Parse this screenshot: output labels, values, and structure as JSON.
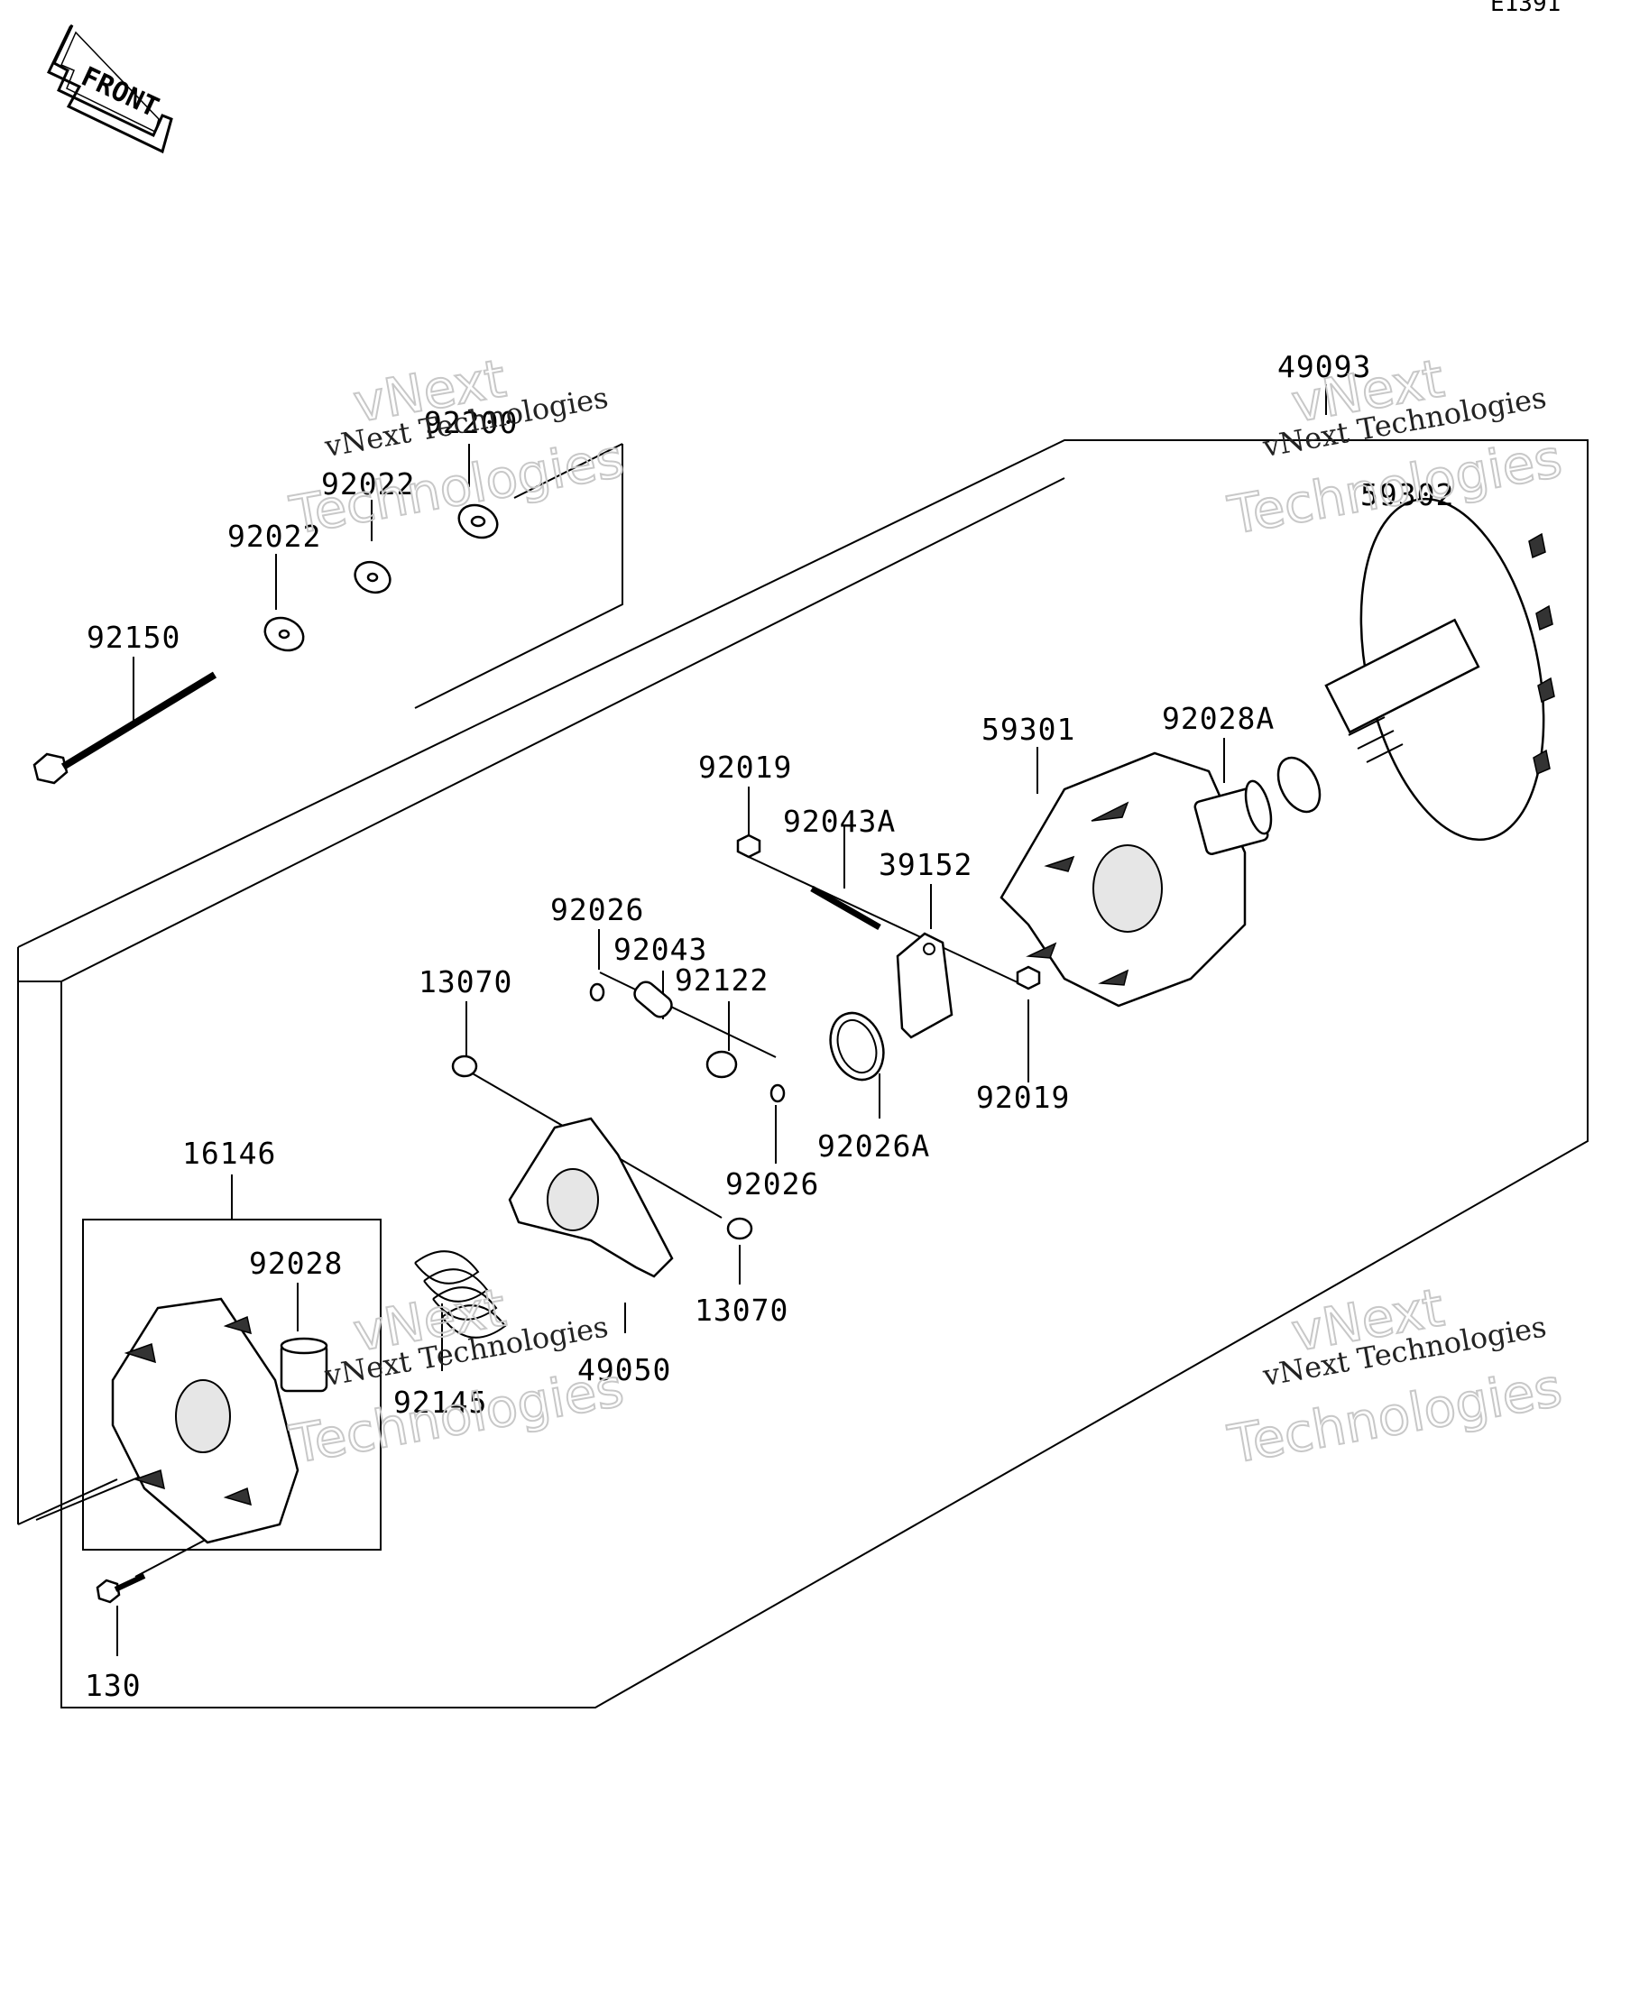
{
  "diagram_code": "E1391",
  "front_label": "FRONT",
  "parts": [
    {
      "id": "p49093",
      "label": "49093"
    },
    {
      "id": "p59302",
      "label": "59302"
    },
    {
      "id": "p92200",
      "label": "92200"
    },
    {
      "id": "p92022a",
      "label": "92022"
    },
    {
      "id": "p92022b",
      "label": "92022"
    },
    {
      "id": "p92150",
      "label": "92150"
    },
    {
      "id": "p59301",
      "label": "59301"
    },
    {
      "id": "p92028A",
      "label": "92028A"
    },
    {
      "id": "p92019a",
      "label": "92019"
    },
    {
      "id": "p92043A",
      "label": "92043A"
    },
    {
      "id": "p39152",
      "label": "39152"
    },
    {
      "id": "p92026a",
      "label": "92026"
    },
    {
      "id": "p92043",
      "label": "92043"
    },
    {
      "id": "p92122",
      "label": "92122"
    },
    {
      "id": "p13070a",
      "label": "13070"
    },
    {
      "id": "p92019b",
      "label": "92019"
    },
    {
      "id": "p92026A",
      "label": "92026A"
    },
    {
      "id": "p92026b",
      "label": "92026"
    },
    {
      "id": "p16146",
      "label": "16146"
    },
    {
      "id": "p92028",
      "label": "92028"
    },
    {
      "id": "p13070b",
      "label": "13070"
    },
    {
      "id": "p49050",
      "label": "49050"
    },
    {
      "id": "p92145",
      "label": "92145"
    },
    {
      "id": "p130",
      "label": "130"
    }
  ],
  "watermark": {
    "line1": "vNext Technologies",
    "line2": "vNext",
    "line3": "Technologies"
  }
}
